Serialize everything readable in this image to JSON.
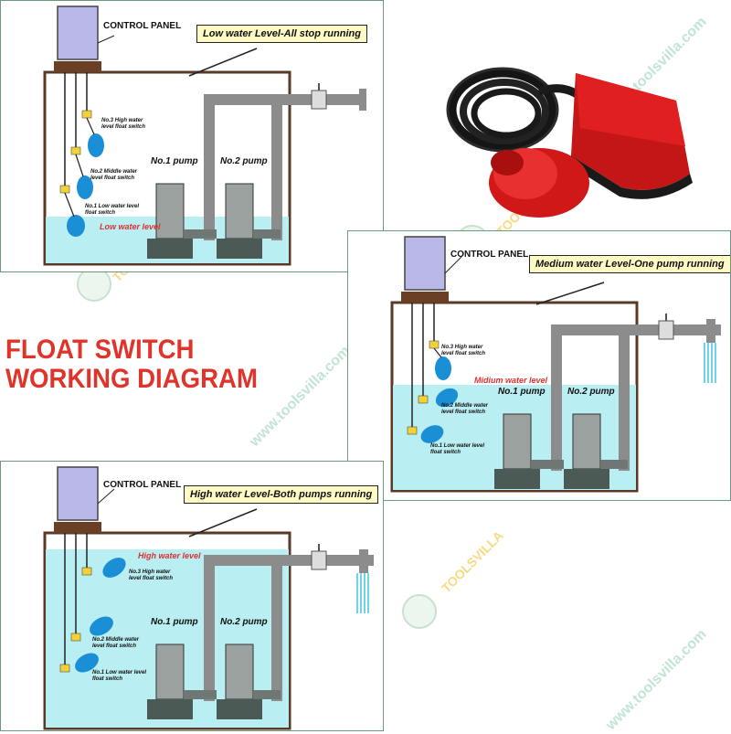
{
  "title": {
    "line1": "FLOAT SWITCH",
    "line2": "WORKING DIAGRAM"
  },
  "watermark": {
    "domain": "www.toolsvilla.com",
    "brand": "TOOLSVILLA"
  },
  "colors": {
    "title": "#e0342a",
    "water": "#b9eef2",
    "float": "#1a8fd6",
    "banner": "#fff9c4",
    "pipe": "#8c8c8c",
    "panel_box": "#b9b8e8",
    "level_text": "#e03030"
  },
  "panels": {
    "low": {
      "banner": "Low water Level-All stop running",
      "control_panel": "CONTROL PANEL",
      "level": "Low water level",
      "pump1": "No.1 pump",
      "pump2": "No.2 pump",
      "fs3": "No.3 High water level float switch",
      "fs2": "No.2 Middle water level float switch",
      "fs1": "No.1 Low water level float switch"
    },
    "med": {
      "banner": "Medium water Level-One pump running",
      "control_panel": "CONTROL PANEL",
      "level": "Midium water level",
      "pump1": "No.1 pump",
      "pump2": "No.2 pump",
      "fs3": "No.3 High water level float switch",
      "fs2": "No.2 Middle water level float switch",
      "fs1": "No.1 Low water level float switch"
    },
    "high": {
      "banner": "High water Level-Both pumps running",
      "control_panel": "CONTROL PANEL",
      "level": "High water level",
      "pump1": "No.1 pump",
      "pump2": "No.2 pump",
      "fs3": "No.3 High water level float switch",
      "fs2": "No.2 Middle water level float switch",
      "fs1": "No.1 Low water level float switch"
    }
  },
  "product": {
    "icon": "float-switch-product-icon"
  }
}
